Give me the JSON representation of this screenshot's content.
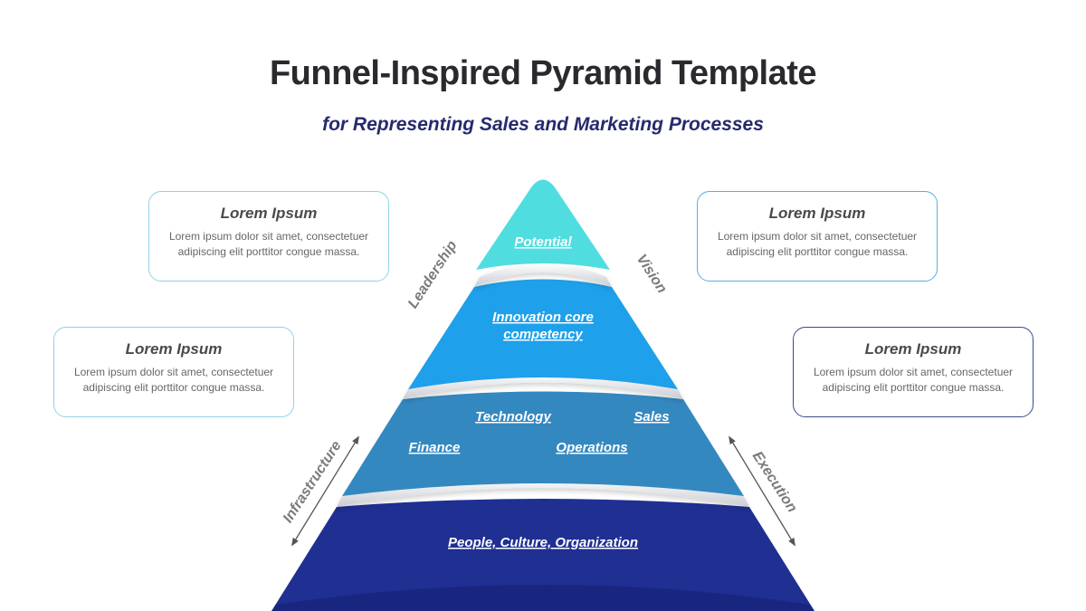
{
  "title": "Funnel-Inspired Pyramid Template",
  "subtitle": "for Representing Sales and Marketing Processes",
  "cards": {
    "top_left": {
      "heading": "Lorem Ipsum",
      "body": "Lorem ipsum dolor sit amet, consectetuer adipiscing elit porttitor congue massa."
    },
    "mid_left": {
      "heading": "Lorem Ipsum",
      "body": "Lorem ipsum dolor sit amet, consectetuer adipiscing elit porttitor congue massa."
    },
    "top_right": {
      "heading": "Lorem Ipsum",
      "body": "Lorem ipsum dolor sit amet, consectetuer adipiscing elit porttitor congue massa."
    },
    "mid_right": {
      "heading": "Lorem Ipsum",
      "body": "Lorem ipsum dolor sit amet, consectetuer adipiscing elit porttitor congue massa."
    }
  },
  "pyramid": {
    "level1": {
      "label": "Potential",
      "color": "#4fdde0"
    },
    "level2": {
      "line1": "Innovation core",
      "line2": "competency",
      "color": "#1ea0ea"
    },
    "level3": {
      "technology": "Technology",
      "sales": "Sales",
      "finance": "Finance",
      "operations": "Operations",
      "color": "#3488c0"
    },
    "level4": {
      "label": "People, Culture, Organization",
      "color": "#1f2f92"
    }
  },
  "side_labels": {
    "leadership": "Leadership",
    "vision": "Vision",
    "infrastructure": "Infrastructure",
    "execution": "Execution"
  }
}
